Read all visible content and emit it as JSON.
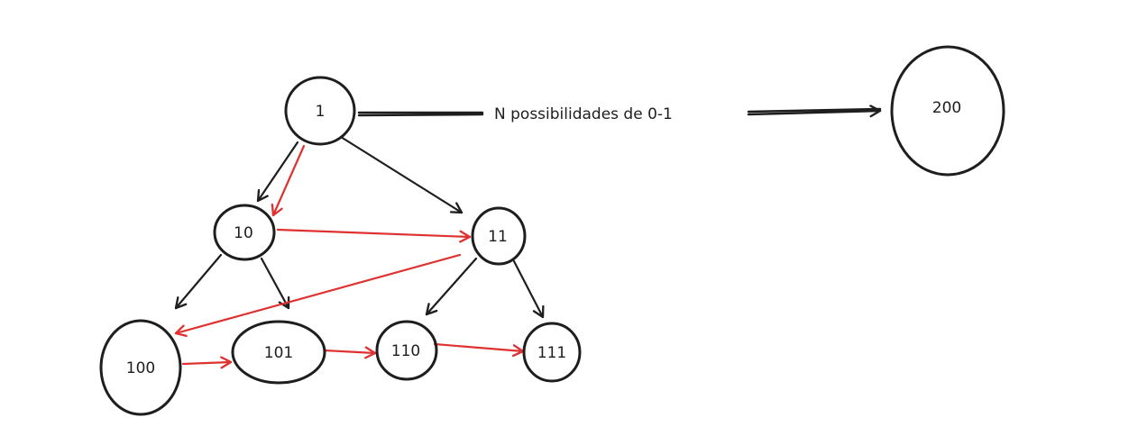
{
  "diagram": {
    "nodes": [
      {
        "id": "n1",
        "label": "1"
      },
      {
        "id": "n10",
        "label": "10"
      },
      {
        "id": "n11",
        "label": "11"
      },
      {
        "id": "n100",
        "label": "100"
      },
      {
        "id": "n101",
        "label": "101"
      },
      {
        "id": "n110",
        "label": "110"
      },
      {
        "id": "n111",
        "label": "111"
      },
      {
        "id": "n200",
        "label": "200"
      }
    ],
    "edges": [
      {
        "from": "n1",
        "to": "n10",
        "color": "black"
      },
      {
        "from": "n1",
        "to": "n11",
        "color": "black"
      },
      {
        "from": "n10",
        "to": "n100",
        "color": "black"
      },
      {
        "from": "n10",
        "to": "n101",
        "color": "black"
      },
      {
        "from": "n11",
        "to": "n110",
        "color": "black"
      },
      {
        "from": "n11",
        "to": "n111",
        "color": "black"
      },
      {
        "from": "n1",
        "to": "n10",
        "color": "red"
      },
      {
        "from": "n10",
        "to": "n11",
        "color": "red"
      },
      {
        "from": "n11",
        "to": "n100",
        "color": "red"
      },
      {
        "from": "n100",
        "to": "n101",
        "color": "red"
      },
      {
        "from": "n101",
        "to": "n110",
        "color": "red"
      },
      {
        "from": "n110",
        "to": "n111",
        "color": "red"
      },
      {
        "from": "n1",
        "to": "n200",
        "color": "black",
        "label": "N possibilidades de 0-1"
      }
    ],
    "colors": {
      "black": "#1e1e1e",
      "red": "#e03131"
    }
  }
}
